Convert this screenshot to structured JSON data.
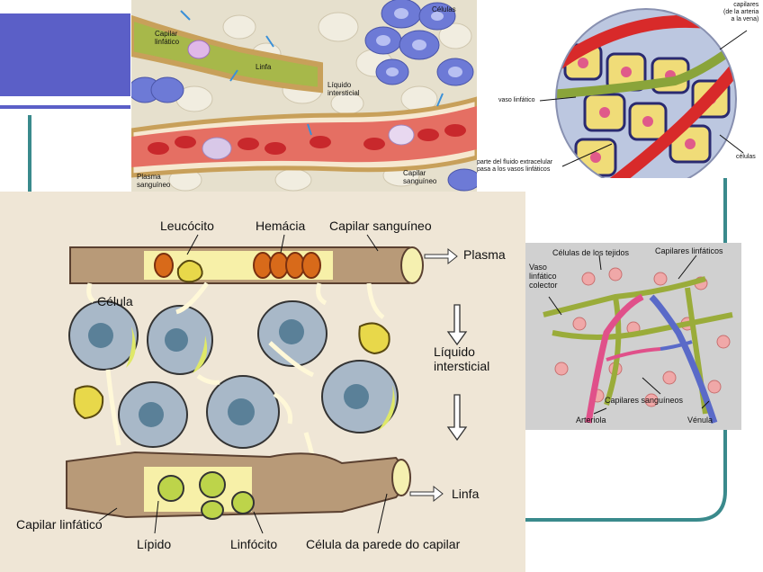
{
  "colors": {
    "accent_block": "#5b5fc7",
    "teal_line": "#3a8a8c",
    "beige": "#efe6d6",
    "blood_red": "#c8282c",
    "lymph_green": "#9aac3a",
    "cell_blue": "#6d7ad6"
  },
  "panel_top_middle": {
    "labels": {
      "celulas": "Células",
      "capilar_linfatico": "Capilar\nlinfático",
      "linfa": "Linfa",
      "liquido_intersticial": "Líquido\nintersticial",
      "plasma_sanguineo": "Plasma\nsanguíneo",
      "capilar_sanguineo": "Capilar\nsanguíneo"
    }
  },
  "panel_top_right": {
    "labels": {
      "capilares": "capilares\n(de la arteria\na la vena)",
      "vaso_linfatico": "vaso linfático",
      "parte_fluido": "parte del fluido extracelular\npasa a los vasos linfáticos",
      "celulas": "células"
    }
  },
  "panel_main": {
    "labels": {
      "leucocito": "Leucócito",
      "hemacia": "Hemácia",
      "capilar_sanguineo": "Capilar sanguíneo",
      "plasma": "Plasma",
      "celula": "Célula",
      "liquido_intersticial": "Líquido\nintersticial",
      "linfa": "Linfa",
      "capilar_linfatico": "Capilar linfático",
      "lipido": "Lípido",
      "linfocito": "Linfócito",
      "celula_parede": "Célula da parede do capilar"
    }
  },
  "panel_right_mid": {
    "labels": {
      "celulas_tejidos": "Células de los tejidos",
      "capilares_linfaticos": "Capilares linfáticos",
      "vaso_linfatico_colector": "Vaso\nlinfático\ncolector",
      "capilares_sanguineos": "Capilares sanguíneos",
      "arteriola": "Arteriola",
      "venula": "Vénula"
    }
  }
}
